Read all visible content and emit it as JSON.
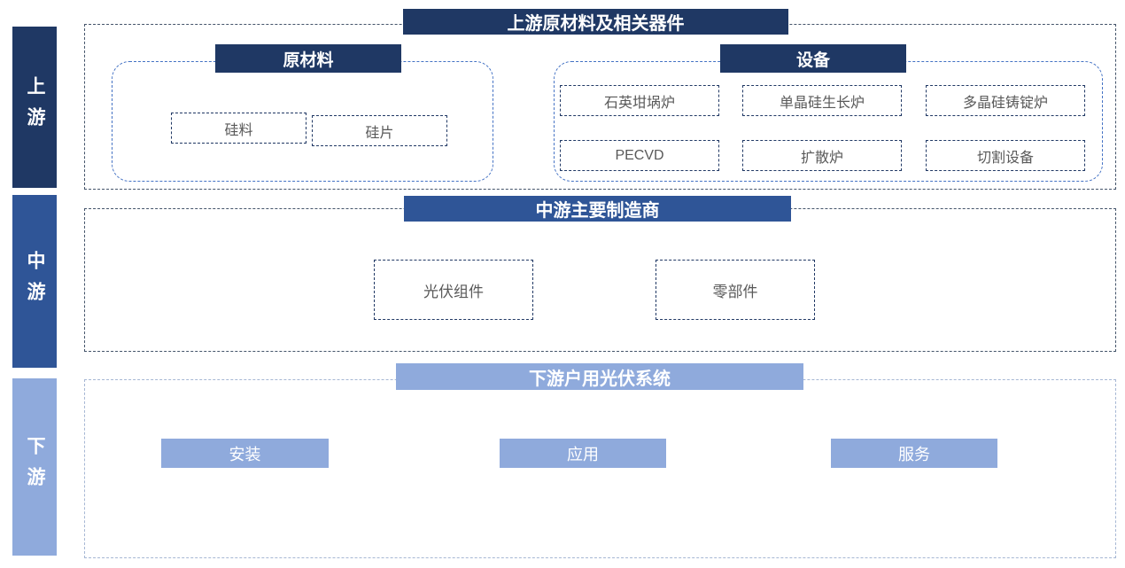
{
  "colors": {
    "navy": "#1f3864",
    "midblue": "#2f5597",
    "lightblue": "#8faadc",
    "groupborder": "#4472c4",
    "sectionborder": "#44546a",
    "lightborder": "#a6b7d4",
    "itemborder": "#203864",
    "itemtext": "#595959"
  },
  "stages": [
    {
      "label": "上游"
    },
    {
      "label": "中游"
    },
    {
      "label": "下游"
    }
  ],
  "upstream": {
    "title": "上游原材料及相关器件",
    "groups": [
      {
        "title": "原材料",
        "items": [
          "硅料",
          "硅片"
        ]
      },
      {
        "title": "设备",
        "items": [
          "石英坩埚炉",
          "单晶硅生长炉",
          "多晶硅铸锭炉",
          "PECVD",
          "扩散炉",
          "切割设备"
        ]
      }
    ]
  },
  "midstream": {
    "title": "中游主要制造商",
    "items": [
      "光伏组件",
      "零部件"
    ]
  },
  "downstream": {
    "title": "下游户用光伏系统",
    "items": [
      "安装",
      "应用",
      "服务"
    ]
  }
}
